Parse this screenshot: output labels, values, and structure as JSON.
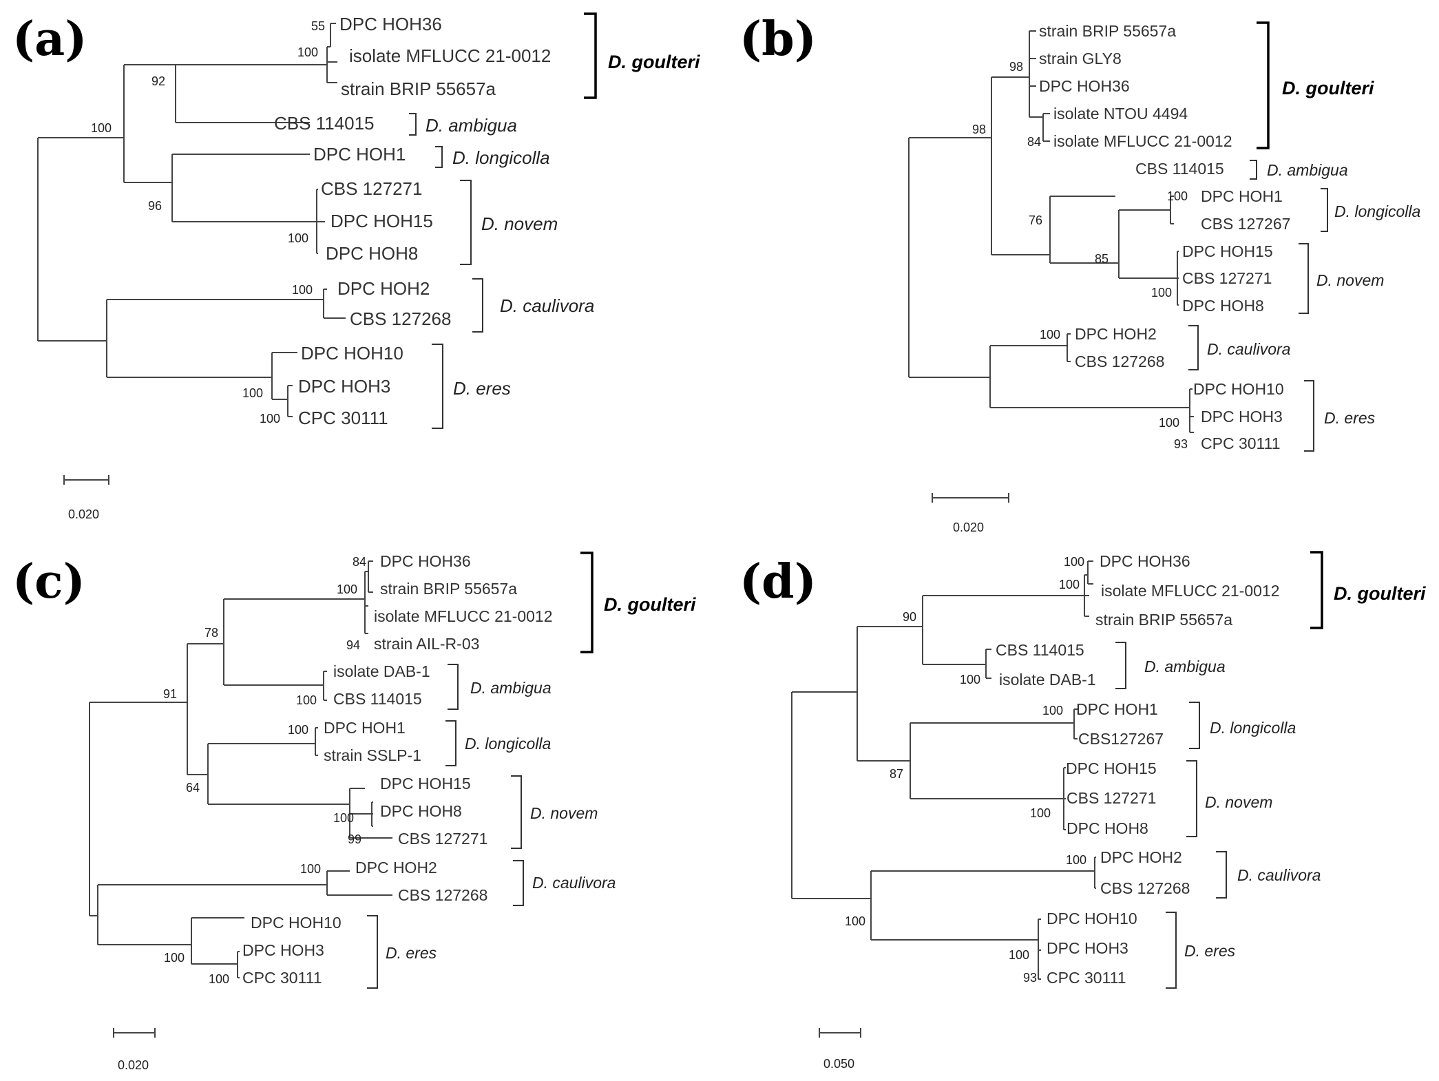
{
  "panels": {
    "a": {
      "label": "(a)",
      "taxa": [
        "DPC HOH36",
        "isolate MFLUCC 21-0012",
        "strain BRIP 55657a",
        "CBS 114015",
        "DPC HOH1",
        "CBS 127271",
        "DPC HOH15",
        "DPC HOH8",
        "DPC HOH2",
        "CBS 127268",
        "DPC HOH10",
        "DPC HOH3",
        "CPC 30111"
      ],
      "support": [
        "55",
        "100",
        "92",
        "100",
        "96",
        "100",
        "100",
        "100",
        "100"
      ],
      "species": [
        "D. goulteri",
        "D. ambigua",
        "D. longicolla",
        "D. novem",
        "D. caulivora",
        "D. eres"
      ],
      "scale": "0.020"
    },
    "b": {
      "label": "(b)",
      "taxa": [
        "strain BRIP 55657a",
        "strain GLY8",
        "DPC HOH36",
        "isolate NTOU 4494",
        "isolate MFLUCC 21-0012",
        "CBS 114015",
        "DPC HOH1",
        "CBS 127267",
        "DPC HOH15",
        "CBS 127271",
        "DPC HOH8",
        "DPC HOH2",
        "CBS 127268",
        "DPC HOH10",
        "DPC HOH3",
        "CPC 30111"
      ],
      "support": [
        "98",
        "98",
        "84",
        "100",
        "76",
        "85",
        "100",
        "100",
        "100",
        "93"
      ],
      "species": [
        "D. goulteri",
        "D. ambigua",
        "D. longicolla",
        "D. novem",
        "D. caulivora",
        "D. eres"
      ],
      "scale": "0.020"
    },
    "c": {
      "label": "(c)",
      "taxa": [
        "DPC HOH36",
        "strain BRIP 55657a",
        "isolate MFLUCC 21-0012",
        "strain AIL-R-03",
        "isolate DAB-1",
        "CBS 114015",
        "DPC HOH1",
        "strain SSLP-1",
        "DPC HOH15",
        "DPC HOH8",
        "CBS 127271",
        "DPC HOH2",
        "CBS 127268",
        "DPC HOH10",
        "DPC HOH3",
        "CPC 30111"
      ],
      "support": [
        "84",
        "100",
        "94",
        "78",
        "100",
        "91",
        "100",
        "64",
        "100",
        "99",
        "100",
        "100",
        "100"
      ],
      "species": [
        "D. goulteri",
        "D. ambigua",
        "D. longicolla",
        "D. novem",
        "D. caulivora",
        "D. eres"
      ],
      "scale": "0.020"
    },
    "d": {
      "label": "(d)",
      "taxa": [
        "DPC HOH36",
        "isolate MFLUCC 21-0012",
        "strain BRIP 55657a",
        "CBS 114015",
        "isolate DAB-1",
        "DPC HOH1",
        "CBS127267",
        "DPC HOH15",
        "CBS 127271",
        "DPC HOH8",
        "DPC HOH2",
        "CBS 127268",
        "DPC HOH10",
        "DPC HOH3",
        "CPC 30111"
      ],
      "support": [
        "100",
        "100",
        "90",
        "100",
        "100",
        "87",
        "100",
        "100",
        "100",
        "100",
        "93"
      ],
      "species": [
        "D. goulteri",
        "D. ambigua",
        "D. longicolla",
        "D. novem",
        "D. caulivora",
        "D. eres"
      ],
      "scale": "0.050"
    }
  }
}
